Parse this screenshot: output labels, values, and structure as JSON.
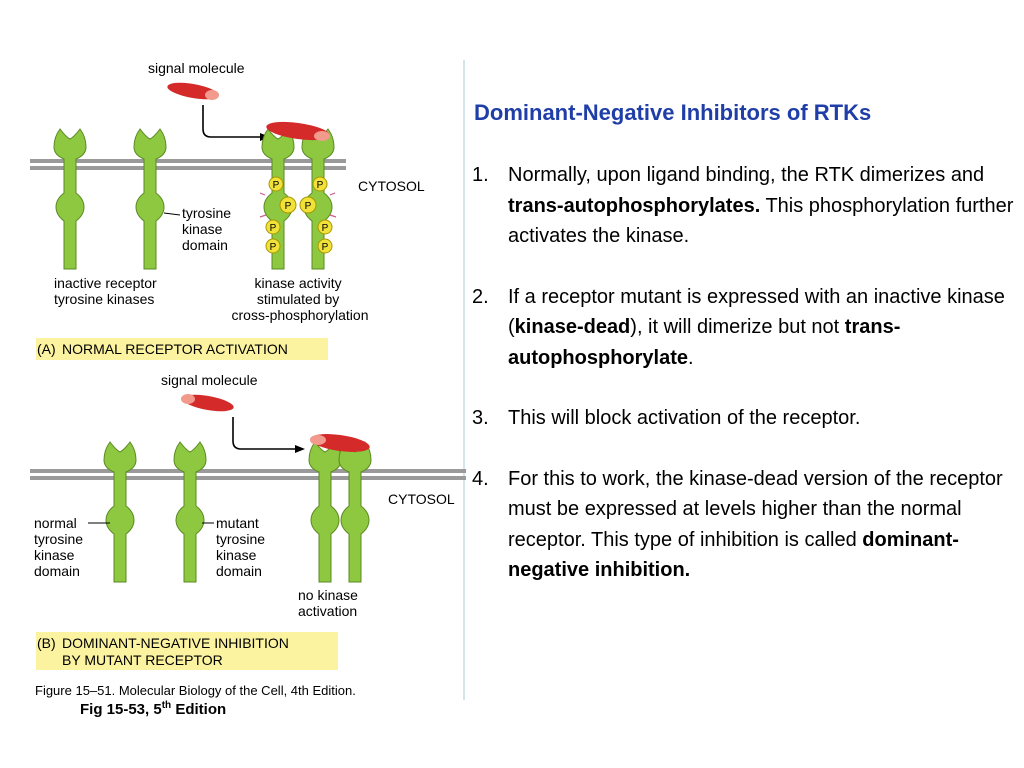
{
  "figure": {
    "top": {
      "signal_label": "signal molecule",
      "cytosol": "CYTOSOL",
      "kinase_domain": [
        "tyrosine",
        "kinase",
        "domain"
      ],
      "inactive": [
        "inactive receptor",
        "tyrosine kinases"
      ],
      "activity": [
        "kinase activity",
        "stimulated by",
        "cross-phosphorylation"
      ],
      "panel_label": "(A)",
      "panel_title": "NORMAL RECEPTOR ACTIVATION",
      "phospho": "P"
    },
    "bottom": {
      "signal_label": "signal molecule",
      "cytosol": "CYTOSOL",
      "normal": [
        "normal",
        "tyrosine",
        "kinase",
        "domain"
      ],
      "mutant": [
        "mutant",
        "tyrosine",
        "kinase",
        "domain"
      ],
      "no_activation": [
        "no kinase",
        "activation"
      ],
      "panel_label": "(B)",
      "panel_title": [
        "DOMINANT-NEGATIVE INHIBITION",
        "BY MUTANT RECEPTOR"
      ]
    },
    "figure_caption": "Figure 15–51. Molecular Biology of the Cell, 4th Edition.",
    "colors": {
      "receptor": "#8dc840",
      "ligand": "#d42a2a",
      "phospho": "#f1e23a",
      "highlight": "#fbf3a0"
    }
  },
  "caption": {
    "main": "Fig 15-53,  5",
    "sup": "th",
    "tail": " Edition"
  },
  "slide": {
    "title": "Dominant-Negative Inhibitors of RTKs",
    "items": [
      {
        "num": "1.",
        "parts": [
          {
            "t": "Normally, upon ligand binding, the RTK dimerizes and ",
            "b": false
          },
          {
            "t": "trans-autophosphorylates.",
            "b": true
          },
          {
            "t": " This phosphorylation further activates the kinase.",
            "b": false
          }
        ]
      },
      {
        "num": "2.",
        "parts": [
          {
            "t": "If a receptor mutant is expressed with an inactive kinase (",
            "b": false
          },
          {
            "t": "kinase-dead",
            "b": true
          },
          {
            "t": "), it will dimerize but not ",
            "b": false
          },
          {
            "t": "trans-autophosphorylate",
            "b": true
          },
          {
            "t": ".",
            "b": false
          }
        ]
      },
      {
        "num": "3.",
        "parts": [
          {
            "t": "This will block activation of the receptor.",
            "b": false
          }
        ]
      },
      {
        "num": "4.",
        "parts": [
          {
            "t": "For this to work, the kinase-dead version of the receptor must be expressed at levels higher than the normal receptor. This type of inhibition is called ",
            "b": false
          },
          {
            "t": "dominant-negative inhibition.",
            "b": true
          }
        ]
      }
    ]
  }
}
